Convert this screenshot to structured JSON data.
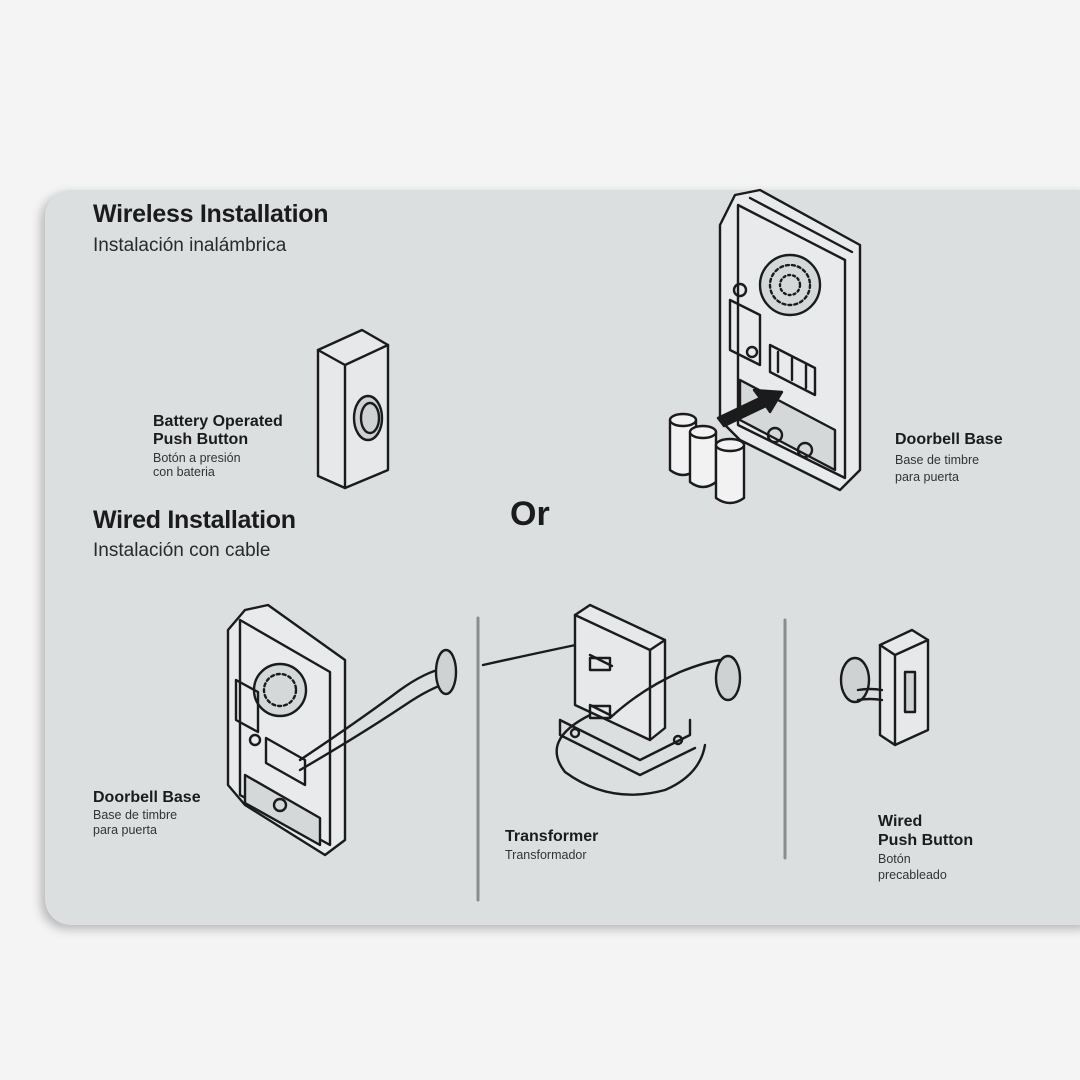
{
  "wireless": {
    "title": "Wireless Installation",
    "subtitle": "Instalación inalámbrica",
    "push_button": {
      "label_line1": "Battery Operated",
      "label_line2": "Push Button",
      "sub_line1": "Botón a presión",
      "sub_line2": "con bateria"
    },
    "base": {
      "label": "Doorbell Base",
      "sub_line1": "Base de timbre",
      "sub_line2": "para puerta"
    }
  },
  "or_label": "Or",
  "wired": {
    "title": "Wired Installation",
    "subtitle": "Instalación con cable",
    "base": {
      "label": "Doorbell Base",
      "sub_line1": "Base de timbre",
      "sub_line2": "para puerta"
    },
    "transformer": {
      "label": "Transformer",
      "sub": "Transformador"
    },
    "push_button": {
      "label_line1": "Wired",
      "label_line2": "Push Button",
      "sub_line1": "Botón",
      "sub_line2": "precableado"
    }
  },
  "colors": {
    "card": "#dcdfe0",
    "background": "#f4f4f4",
    "ink": "#1b1b1b"
  }
}
